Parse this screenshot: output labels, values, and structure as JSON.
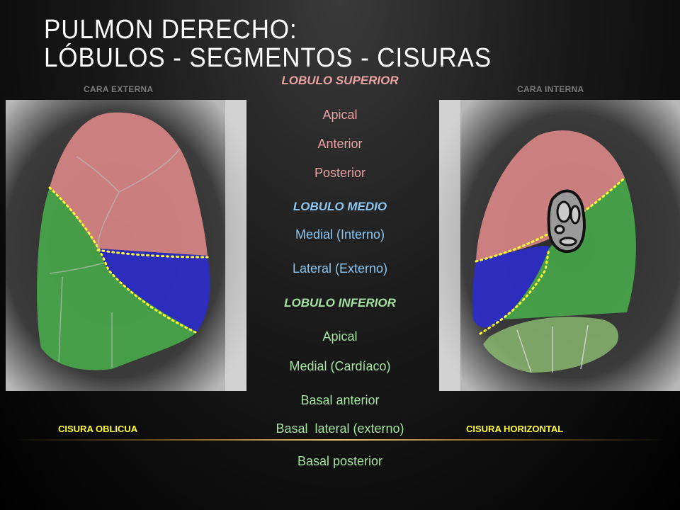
{
  "title": {
    "line1": "PULMON DERECHO:",
    "line2": "LÓBULOS - SEGMENTOS - CISURAS"
  },
  "labels": {
    "external": "CARA EXTERNA",
    "internal": "CARA INTERNA"
  },
  "superior": {
    "heading": "LOBULO SUPERIOR",
    "segments": [
      "Apical",
      "Anterior",
      "Posterior"
    ]
  },
  "medio": {
    "heading": "LOBULO MEDIO",
    "segments": [
      "Medial (Interno)",
      "Lateral (Externo)"
    ]
  },
  "inferior": {
    "heading": "LOBULO INFERIOR",
    "segments": [
      "Apical",
      "Medial (Cardíaco)",
      "Basal anterior",
      "Basal  lateral (externo)",
      "Basal posterior"
    ]
  },
  "cisuras": {
    "oblicua": "CISURA OBLICUA",
    "horizontal": "CISURA HORIZONTAL"
  },
  "colors": {
    "superior": "#e9a0a0",
    "medio": "#8cc7f4",
    "inferior": "#a3e29f",
    "cisura": "#ffff33"
  }
}
